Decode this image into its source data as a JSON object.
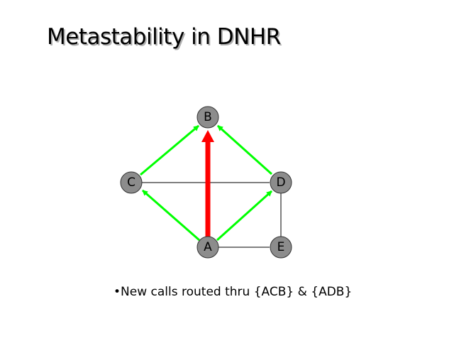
{
  "slide": {
    "title": "Metastability in DNHR",
    "bullet_marker": "•",
    "bullet_text": "New calls routed thru {ACB} & {ADB}"
  },
  "diagram": {
    "nodes": {
      "A": "A",
      "B": "B",
      "C": "C",
      "D": "D",
      "E": "E"
    },
    "links": [
      [
        "C",
        "D"
      ],
      [
        "D",
        "E"
      ],
      [
        "A",
        "E"
      ]
    ],
    "green_routes": [
      [
        "A",
        "C"
      ],
      [
        "C",
        "B"
      ],
      [
        "A",
        "D"
      ],
      [
        "D",
        "B"
      ]
    ],
    "red_route": [
      "A",
      "B"
    ],
    "colors": {
      "node_fill": "#8c8c8c",
      "green": "#00ff00",
      "red": "#ff0000",
      "link": "#000000"
    }
  }
}
